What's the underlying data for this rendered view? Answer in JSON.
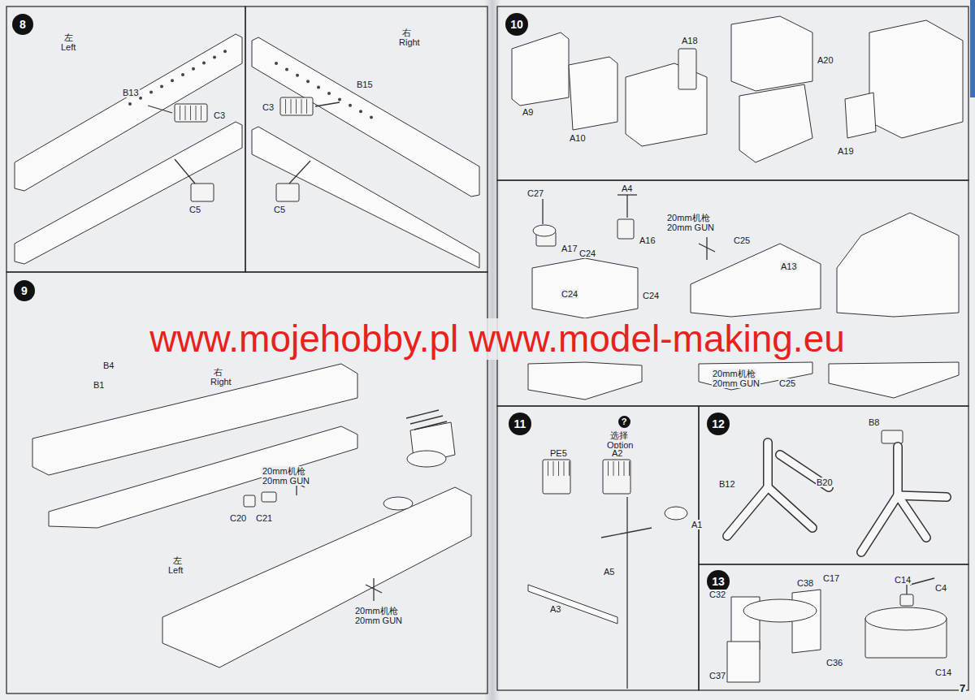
{
  "diagram": {
    "nodes": [
      {
        "text": [
          "8"
        ]
      },
      {
        "text": [
          "9"
        ]
      },
      {
        "text": [
          "10"
        ]
      },
      {
        "text": [
          "11"
        ]
      },
      {
        "text": [
          "?"
        ]
      },
      {
        "text": [
          "12"
        ]
      },
      {
        "text": [
          "13"
        ]
      }
    ],
    "labels": [
      "左",
      "Left",
      "B13",
      "C3",
      "C5",
      "右",
      "Right",
      "B15",
      "C3",
      "C5",
      "B4",
      "B1",
      "右",
      "Right",
      "20mm机枪",
      "20mm GUN",
      "C20",
      "C21",
      "左",
      "Left",
      "20mm机枪",
      "20mm GUN",
      "A9",
      "A10",
      "A18",
      "A20",
      "A19",
      "C27",
      "A4",
      "A17",
      "A16",
      "20mm机枪",
      "20mm GUN",
      "C25",
      "A13",
      "C24",
      "C24",
      "C24",
      "20mm机枪",
      "20mm GUN",
      "C25",
      "选择",
      "Option",
      "PE5",
      "A2",
      "A1",
      "A5",
      "A3",
      "B8",
      "B12",
      "B20",
      "C17",
      "C14",
      "C4",
      "C32",
      "C38",
      "C36",
      "C37",
      "C14",
      "www.mojehobby.pl www.model-making.eu",
      "7"
    ]
  }
}
